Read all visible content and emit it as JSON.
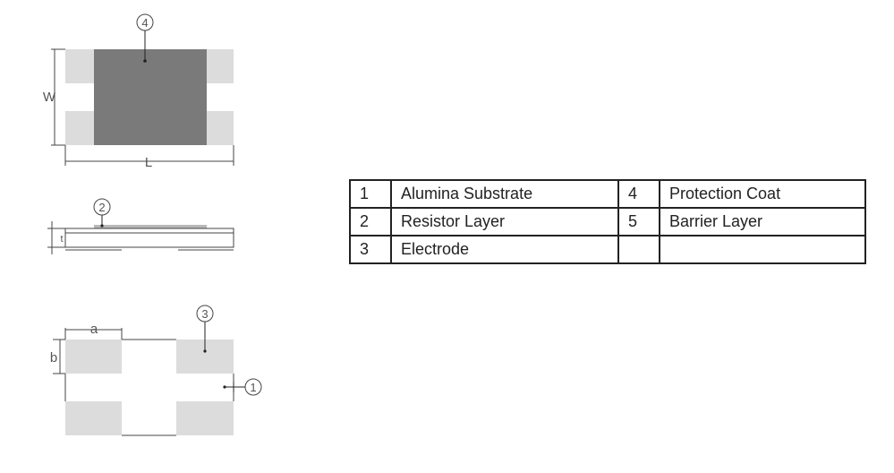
{
  "callouts": {
    "c1": "1",
    "c2": "2",
    "c3": "3",
    "c4": "4"
  },
  "dimensions": {
    "width": "W",
    "length": "L",
    "thickness": "t",
    "a": "a",
    "b": "b"
  },
  "legend": {
    "rows": [
      [
        {
          "num": "1",
          "name": "Alumina Substrate"
        },
        {
          "num": "4",
          "name": "Protection Coat"
        }
      ],
      [
        {
          "num": "2",
          "name": "Resistor Layer"
        },
        {
          "num": "5",
          "name": "Barrier Layer"
        }
      ],
      [
        {
          "num": "3",
          "name": "Electrode"
        },
        {
          "num": "",
          "name": ""
        }
      ]
    ]
  },
  "colors": {
    "electrode": "#dcdcdc",
    "protection_coat": "#7a7a7a",
    "resistor_layer": "#b8b8b8",
    "lines": "#444444"
  }
}
